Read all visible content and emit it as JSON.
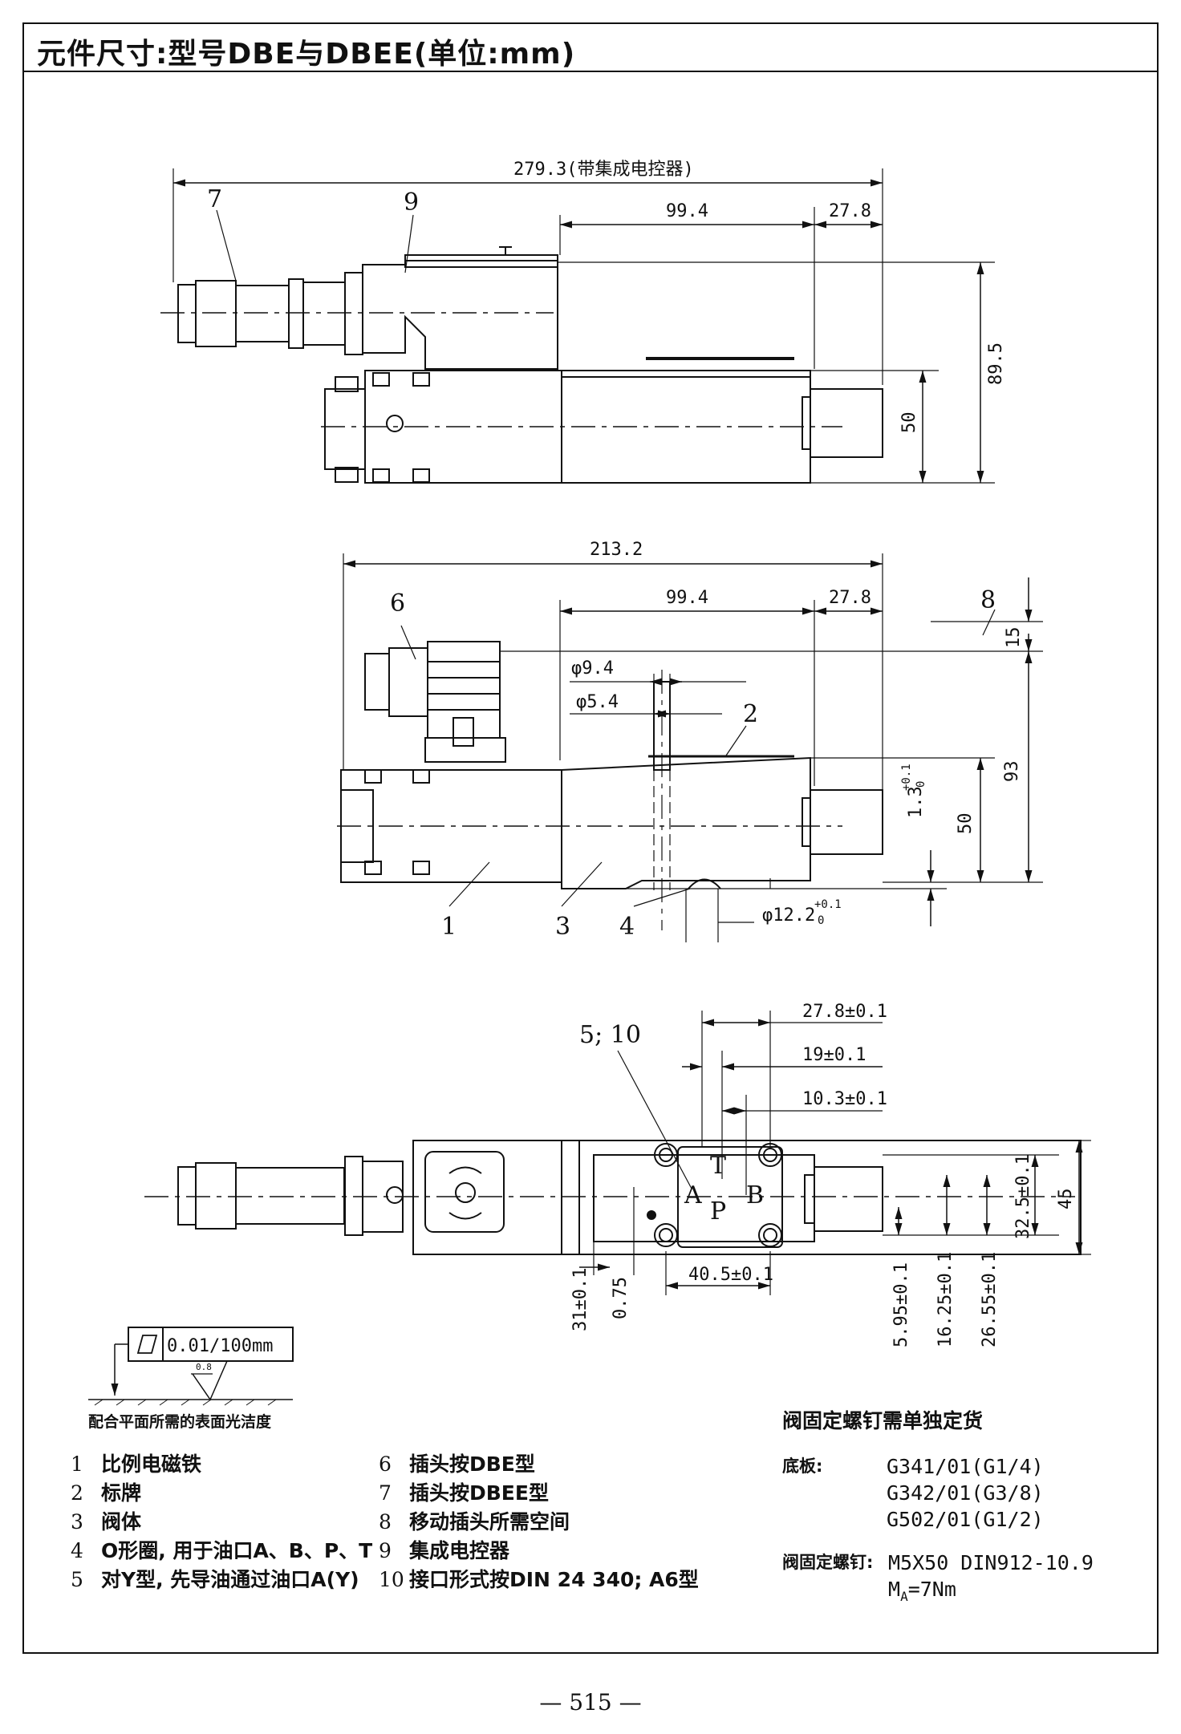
{
  "title": "元件尺寸:型号DBE与DBEE(单位:mm)",
  "view1": {
    "dim_total": "279.3(带集成电控器)",
    "dim_a": "99.4",
    "dim_b": "27.8",
    "dim_h1": "89.5",
    "dim_h2": "50",
    "callout_7": "7",
    "callout_9": "9"
  },
  "view2": {
    "dim_total": "213.2",
    "dim_a": "99.4",
    "dim_b": "27.8",
    "dim_d1": "φ9.4",
    "dim_d2": "φ5.4",
    "dim_top": "15",
    "dim_h1": "93",
    "dim_h2": "50",
    "dim_tol": "1.3",
    "dim_tol_sup": "+0.1",
    "dim_tol_sub": "0",
    "dim_oring": "φ12.2",
    "dim_oring_sup": "+0.1",
    "dim_oring_sub": "0",
    "callouts": [
      "6",
      "8",
      "2",
      "1",
      "3",
      "4"
    ]
  },
  "view3": {
    "callout": "5; 10",
    "dim_278": "27.8±0.1",
    "dim_19": "19±0.1",
    "dim_103": "10.3±0.1",
    "dim_325": "32.5±0.1",
    "dim_45": "45",
    "dim_31": "31±0.1",
    "dim_075": "0.75",
    "dim_405": "40.5±0.1",
    "dim_595": "5.95±0.1",
    "dim_1625": "16.25±0.1",
    "dim_2655": "26.55±0.1",
    "ports": [
      "T",
      "A",
      "B",
      "P"
    ]
  },
  "flatness": {
    "value": "0.01/100mm",
    "roughness": "0.8",
    "caption": "配合平面所需的表面光洁度"
  },
  "legend": [
    {
      "n": "1",
      "text": "比例电磁铁"
    },
    {
      "n": "2",
      "text": "标牌"
    },
    {
      "n": "3",
      "text": "阀体"
    },
    {
      "n": "4",
      "text": "O形圈, 用于油口A、B、P、T"
    },
    {
      "n": "5",
      "text": "对Y型, 先导油通过油口A(Y)"
    },
    {
      "n": "6",
      "text": "插头按DBE型"
    },
    {
      "n": "7",
      "text": "插头按DBEE型"
    },
    {
      "n": "8",
      "text": "移动插头所需空间"
    },
    {
      "n": "9",
      "text": "集成电控器"
    },
    {
      "n": "10",
      "text": "接口形式按DIN 24 340; A6型"
    }
  ],
  "notes": {
    "title": "阀固定螺钉需单独定货",
    "subplate_label": "底板:",
    "subplates": [
      "G341/01(G1/4)",
      "G342/01(G3/8)",
      "G502/01(G1/2)"
    ],
    "screw_label": "阀固定螺钉:",
    "screw": "M5X50 DIN912-10.9",
    "torque_prefix": "M",
    "torque_sub": "A",
    "torque_value": "=7Nm"
  },
  "page_number": "— 515 —"
}
